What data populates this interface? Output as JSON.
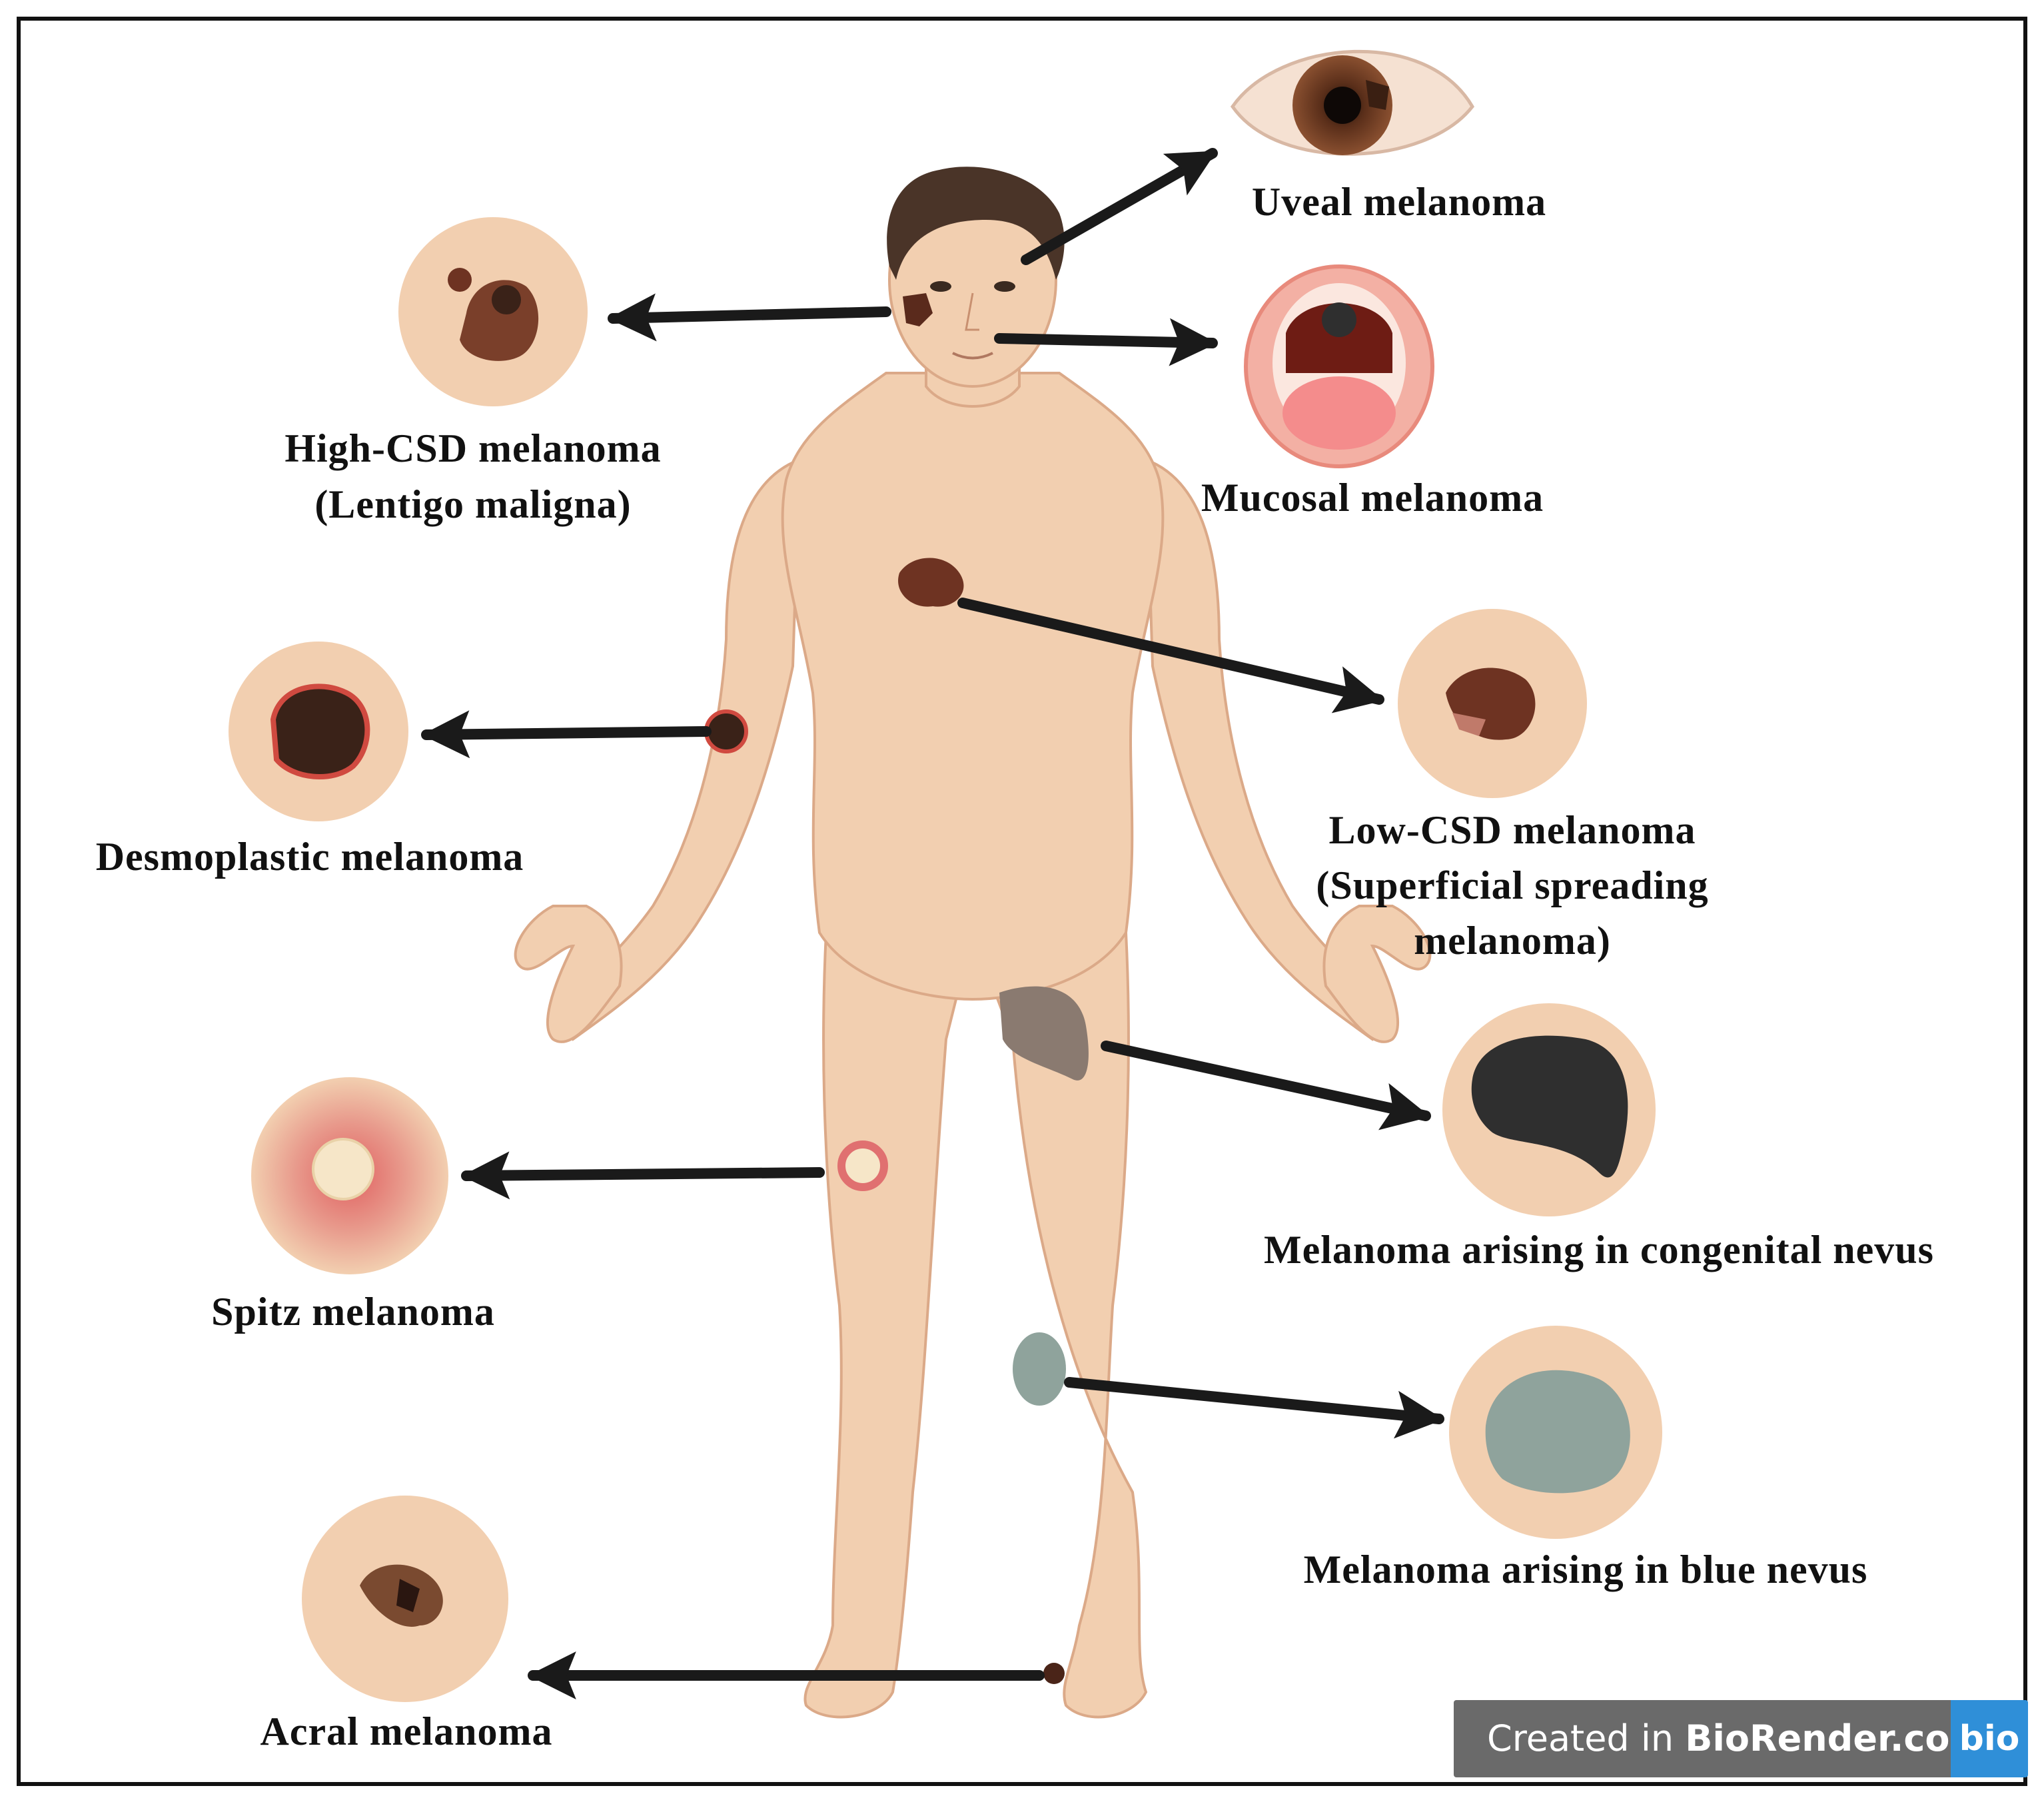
{
  "labels": {
    "uveal": "Uveal melanoma",
    "high_csd_1": "High-CSD melanoma",
    "high_csd_2": "(Lentigo maligna)",
    "mucosal": "Mucosal melanoma",
    "desmoplastic": "Desmoplastic melanoma",
    "low_csd_1": "Low-CSD melanoma",
    "low_csd_2": "(Superficial spreading",
    "low_csd_3": "melanoma)",
    "congenital": "Melanoma arising in congenital nevus",
    "spitz": "Spitz melanoma",
    "blue": "Melanoma arising in blue nevus",
    "acral": "Acral melanoma"
  },
  "badge": {
    "prefix": "Created in ",
    "brand": "BioRender.com",
    "logo": "bio"
  },
  "colors": {
    "skin": "#f2cfb0",
    "skin_shadow": "#dba988",
    "lesion_dark": "#3a2218",
    "lesion_brown": "#7a3f2a",
    "congenital": "#2f2f2f",
    "blue_nevus": "#8fa39c",
    "badge_bg": "#6a6a6a",
    "badge_logo": "#2f8fd8"
  }
}
